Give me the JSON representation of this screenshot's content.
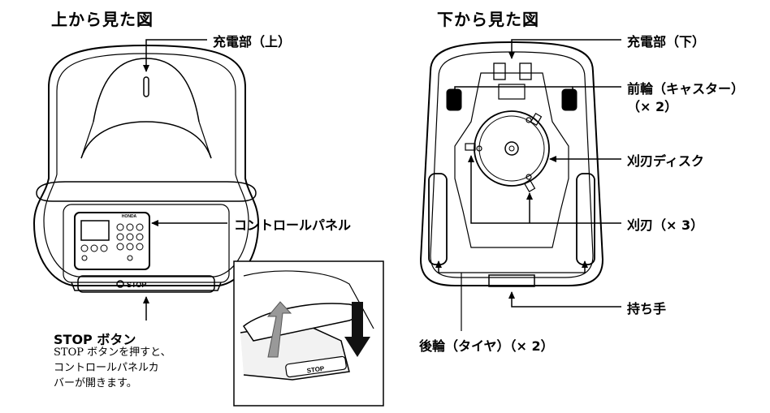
{
  "titles": {
    "top_view": "上から見た図",
    "bottom_view": "下から見た図"
  },
  "labels": {
    "charge_top": "充電部（上）",
    "control_panel": "コントロールパネル",
    "stop_button": "STOP ボタン",
    "charge_bottom": "充電部（下）",
    "front_wheel": "前輪（キャスター）",
    "front_wheel_count": "（× 2）",
    "blade_disk": "刈刃ディスク",
    "blade": "刈刃（× 3）",
    "handle": "持ち手",
    "rear_wheel": "後輪（タイヤ）（× 2）"
  },
  "stop_note": [
    "STOP ボタンを押すと、",
    "コントロールパネルカ",
    "バーが開きます。"
  ],
  "device": {
    "brand": "HONDA",
    "stop_text": "STOP"
  }
}
